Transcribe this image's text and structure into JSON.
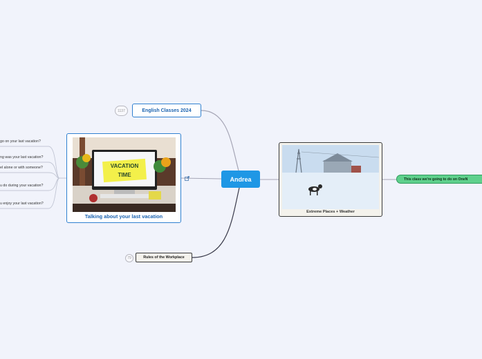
{
  "central": {
    "label": "Andrea"
  },
  "topics": {
    "english": {
      "label": "English Classes 2024",
      "badge": "1137"
    },
    "rules": {
      "label": "Rules of the Workplace",
      "badge": "79"
    },
    "vacation": {
      "caption": "Talking about your last vacation",
      "sign_line1": "VACATION",
      "sign_line2": "TIME"
    },
    "weather": {
      "caption": "Extreme Places + Weather"
    },
    "onenote": {
      "label": "This class we're going to do on OneN"
    }
  },
  "questions": [
    "go on your last vacation?",
    "ng was your last vacation?",
    "el alone or with someone?",
    "u do during your vacation?",
    "u enjoy your last vacation?"
  ],
  "colors": {
    "background": "#f1f3fb",
    "central": "#1f97e5",
    "blue_border": "#2f80d0",
    "dark_border": "#3a3a3a",
    "green": "#5fd08c"
  }
}
